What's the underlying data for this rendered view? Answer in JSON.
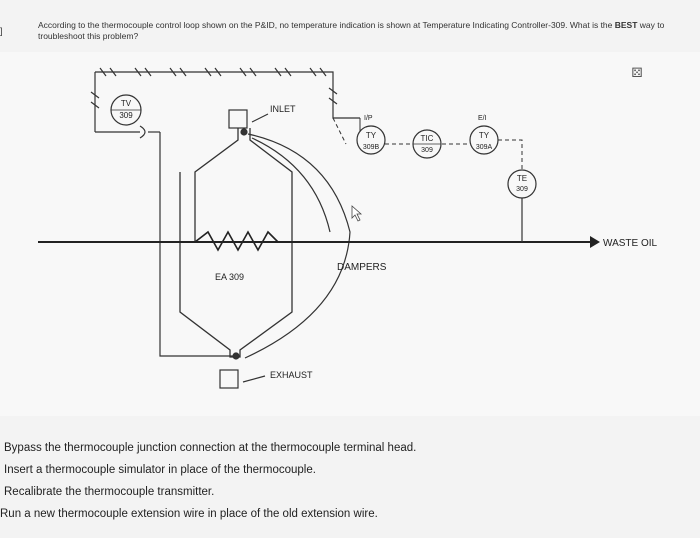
{
  "question": {
    "prefix": "According to the thermocouple control loop shown on the P&ID, no temperature indication is shown at Temperature Indicating Controller-309. What is the ",
    "emphasis": "BEST",
    "suffix": " way to troubleshoot this problem?"
  },
  "left_mark": "]",
  "corner_icon": "⚄",
  "diagram": {
    "tv_label": "TV",
    "tv_num": "309",
    "inlet": "INLET",
    "ip": "I/P",
    "ty_b_label": "TY",
    "ty_b_num": "309B",
    "tic_label": "TIC",
    "tic_num": "309",
    "ea": "E/I",
    "ty_a_label": "TY",
    "ty_a_num": "309A",
    "te_label": "TE",
    "te_num": "309",
    "waste_oil": "WASTE OIL",
    "dampers": "DAMPERS",
    "ea309": "EA 309",
    "exhaust": "EXHAUST"
  },
  "options": [
    "Bypass the thermocouple junction connection at the thermocouple terminal head.",
    "Insert a thermocouple simulator in place of the thermocouple.",
    "Recalibrate the thermocouple transmitter.",
    "Run a new thermocouple extension wire in place of the old extension wire."
  ]
}
